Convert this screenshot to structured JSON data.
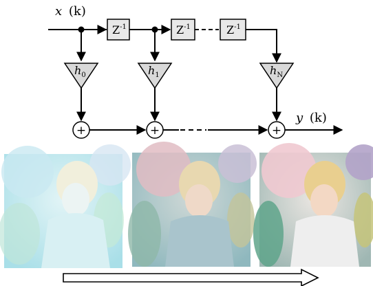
{
  "diagram": {
    "input_label": {
      "var": "x",
      "arg": "(k)"
    },
    "output_label": {
      "var": "y",
      "arg": "(k)"
    },
    "delays": [
      {
        "label": "Z",
        "sup": "-1"
      },
      {
        "label": "Z",
        "sup": "-1"
      },
      {
        "label": "Z",
        "sup": "-1"
      }
    ],
    "taps": [
      {
        "var": "h",
        "sub": "0"
      },
      {
        "var": "h",
        "sub": "1"
      },
      {
        "var": "h",
        "sub": "N"
      }
    ],
    "adder_symbol": "+"
  },
  "photos": [
    {
      "name": "photo-stage-1",
      "description_color": "#b9e3ec"
    },
    {
      "name": "photo-stage-2",
      "description_color": "#b6c8cc"
    },
    {
      "name": "photo-stage-3",
      "description_color": "#d6d2cf"
    }
  ],
  "colors": {
    "line": "#000000",
    "box_fill": "#e8e8e8",
    "triangle_fill": "#d9d9d9"
  }
}
